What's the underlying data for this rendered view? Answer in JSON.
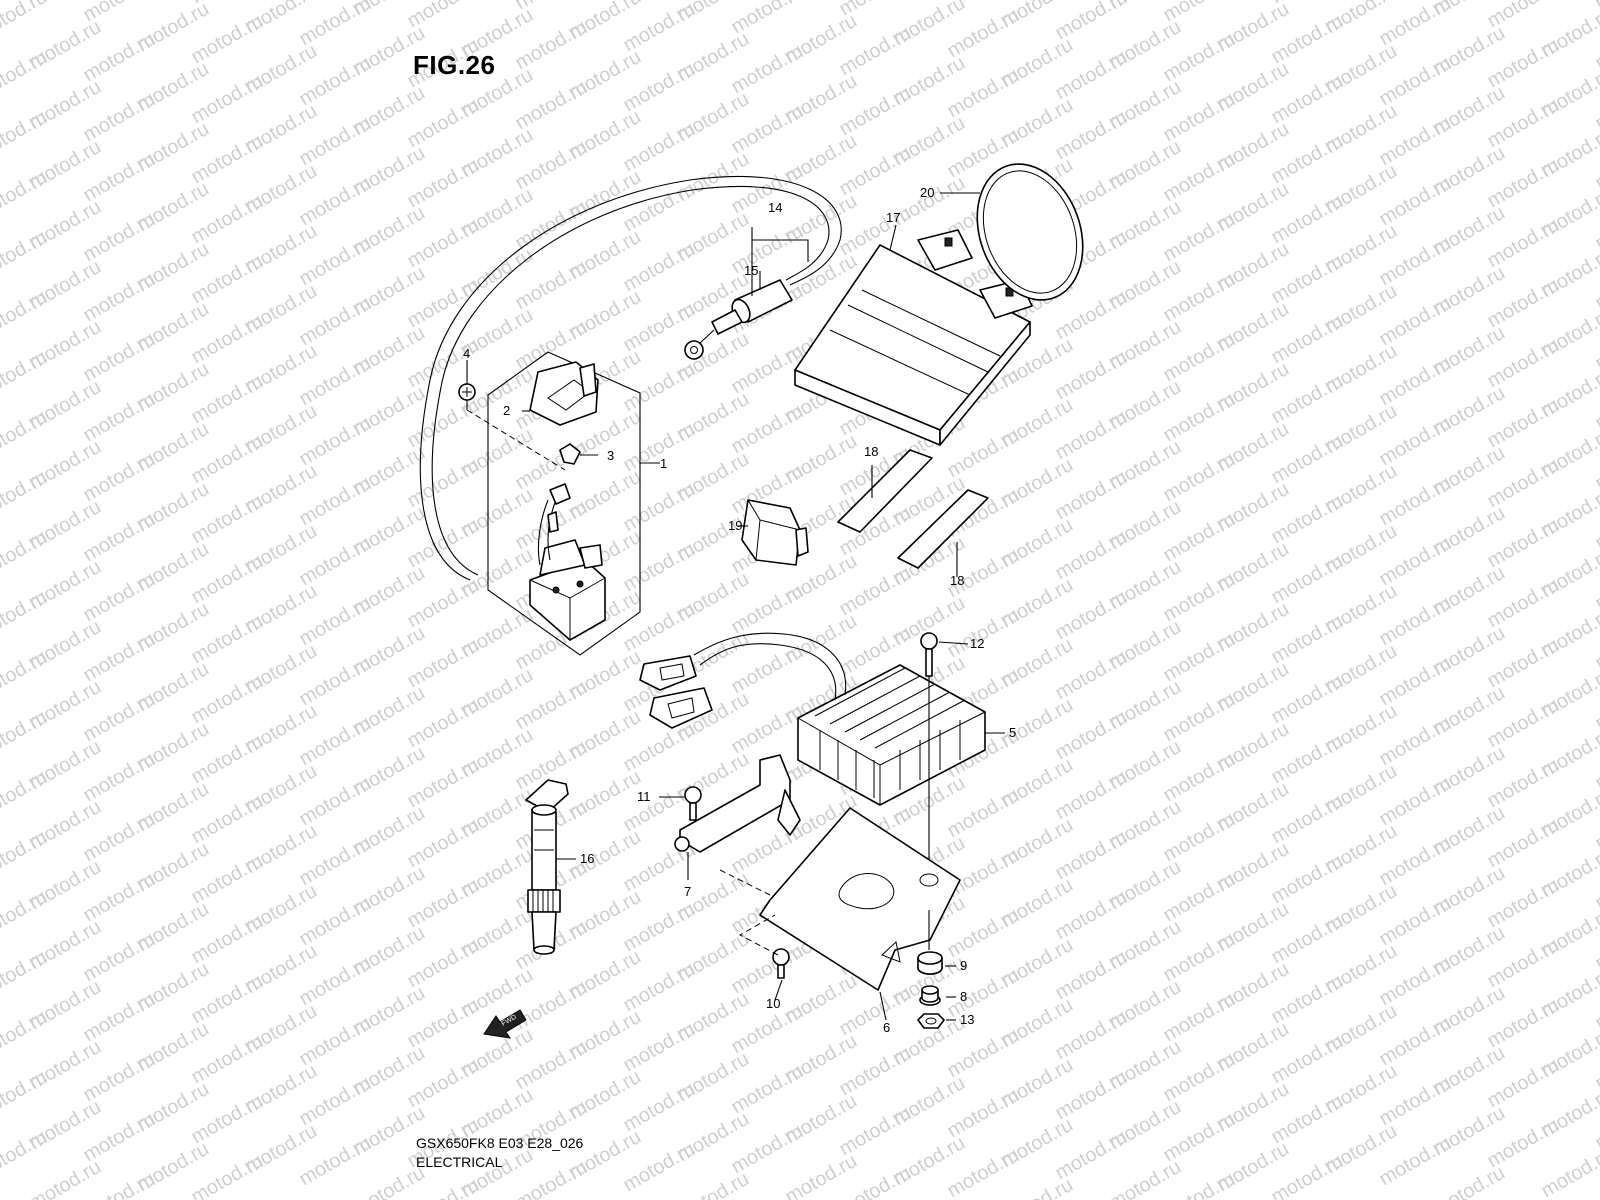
{
  "figure": {
    "title": "FIG.26",
    "model_code": "GSX650FK8 E03 E28_026",
    "section": "ELECTRICAL",
    "watermark_text": "motod.ru",
    "direction_label": "FWD"
  },
  "callouts": {
    "c1": "1",
    "c2": "2",
    "c3": "3",
    "c4": "4",
    "c5": "5",
    "c6": "6",
    "c7": "7",
    "c8": "8",
    "c9": "9",
    "c10": "10",
    "c11": "11",
    "c12": "12",
    "c13": "13",
    "c14": "14",
    "c15": "15",
    "c16": "16",
    "c17": "17",
    "c18a": "18",
    "c18b": "18",
    "c19": "19",
    "c20": "20"
  },
  "colors": {
    "ink": "#000000",
    "watermark": "#cfcfcf",
    "background": "#ffffff"
  }
}
